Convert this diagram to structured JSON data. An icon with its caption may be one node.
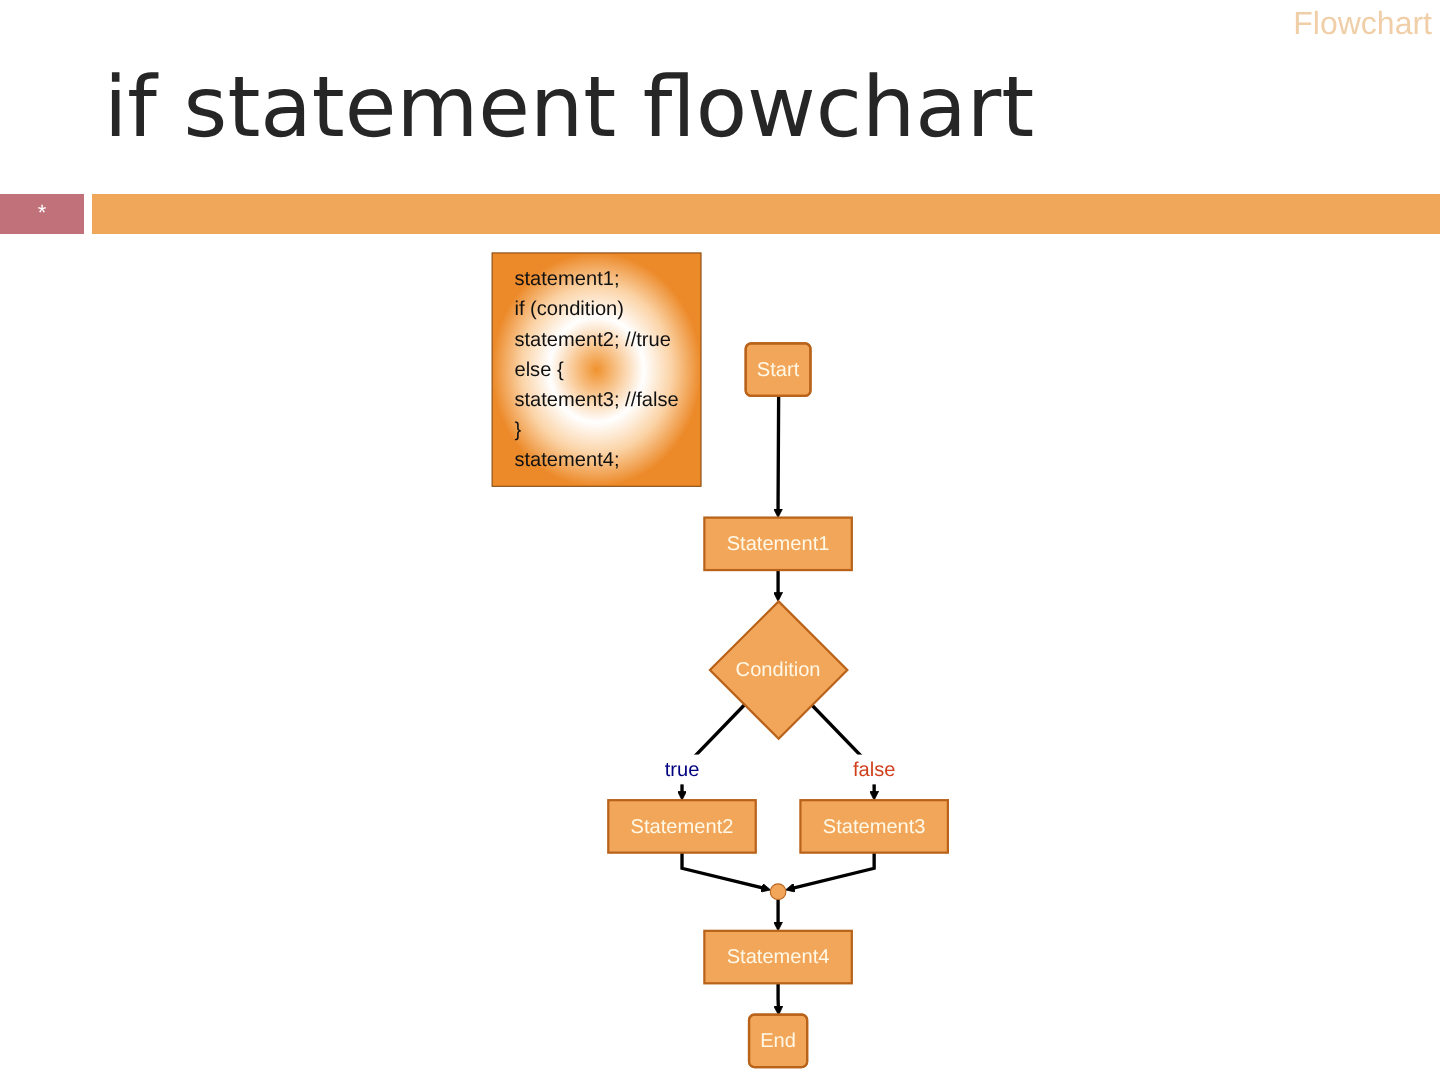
{
  "diagram": {
    "title": "if statement flowchart",
    "nodes": [
      {
        "text": [
          "Start"
        ]
      },
      {
        "text": [
          "statement1;",
          "if (condition)",
          "statement2; //true",
          "else {",
          "statement3; //false",
          "}",
          "statement4;"
        ]
      },
      {
        "text": [
          "Statement1"
        ]
      },
      {
        "text": [
          "Condition"
        ]
      },
      {
        "text": [
          "Statement2"
        ]
      },
      {
        "text": [
          "Statement3"
        ]
      },
      {
        "text": [],
        "shape": "circle"
      },
      {
        "text": [
          "Statement4"
        ]
      },
      {
        "text": [
          "End"
        ]
      }
    ],
    "edges": [
      {
        "from": 0,
        "to": 2,
        "arrow": "to"
      },
      {
        "from": 2,
        "to": 3,
        "arrow": "to"
      },
      {
        "from": 3,
        "to": 4,
        "arrow": "to",
        "label": "true"
      },
      {
        "from": 3,
        "to": 5,
        "arrow": "to",
        "label": "false"
      },
      {
        "from": 4,
        "to": 6,
        "arrow": "to"
      },
      {
        "from": 5,
        "to": 6,
        "arrow": "to"
      },
      {
        "from": 6,
        "to": 7,
        "arrow": "to"
      },
      {
        "from": 7,
        "to": 8,
        "arrow": "to"
      }
    ],
    "labels": [
      "Flowchart",
      "*"
    ]
  }
}
